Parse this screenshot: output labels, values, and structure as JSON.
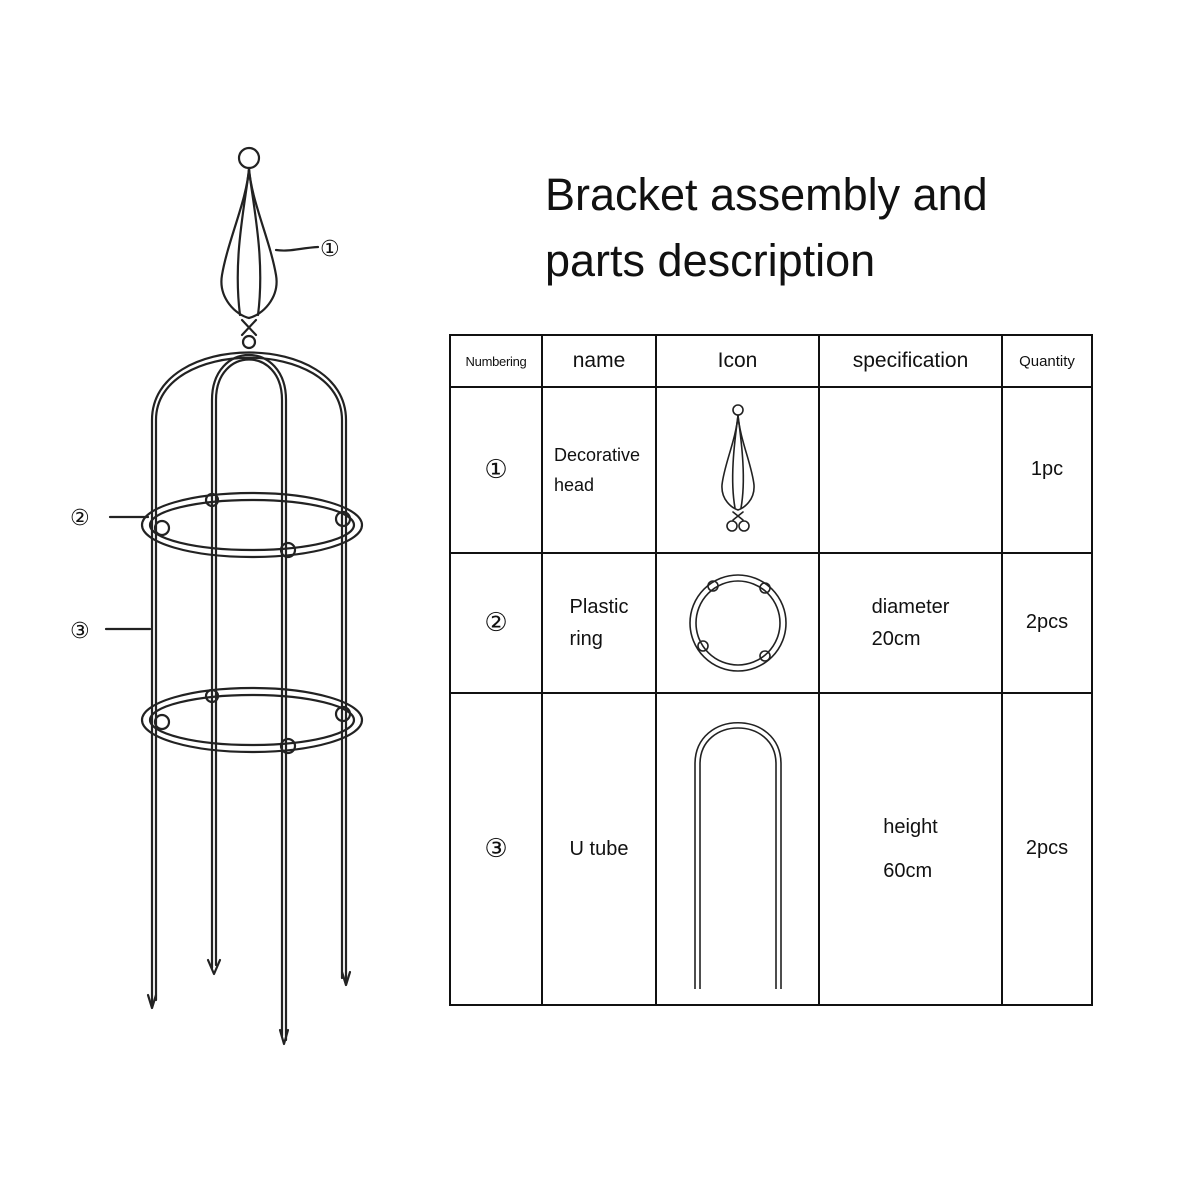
{
  "callouts": [
    "①",
    "②",
    "③"
  ],
  "title_line1": "Bracket assembly and",
  "title_line2": "parts description",
  "table": {
    "headers": {
      "numbering": "Numbering",
      "name": "name",
      "icon": "Icon",
      "specification": "specification",
      "quantity": "Quantity"
    },
    "rows": [
      {
        "number": "①",
        "name_line1": "Decorative",
        "name_line2": "head",
        "icon": "decorative-head-icon",
        "spec_line1": "",
        "spec_line2": "",
        "quantity": "1pc"
      },
      {
        "number": "②",
        "name_line1": "Plastic",
        "name_line2": "ring",
        "icon": "plastic-ring-icon",
        "spec_line1": "diameter",
        "spec_line2": "20cm",
        "quantity": "2pcs"
      },
      {
        "number": "③",
        "name_line1": "U tube",
        "name_line2": "",
        "icon": "u-tube-icon",
        "spec_line1": "height",
        "spec_line2": "60cm",
        "quantity": "2pcs"
      }
    ]
  },
  "colors": {
    "line": "#222222",
    "background": "#ffffff"
  }
}
